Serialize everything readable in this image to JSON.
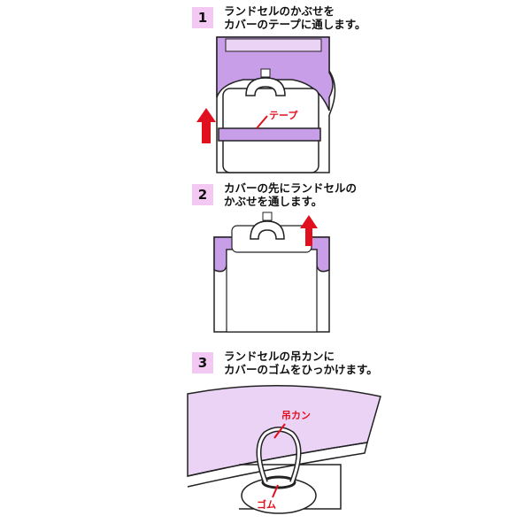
{
  "steps": [
    {
      "number": "1",
      "line1": "ランドセルのかぶせを",
      "line2": "カバーのテープに通します。"
    },
    {
      "number": "2",
      "line1": "カバーの先にランドセルの",
      "line2": "かぶせを通します。"
    },
    {
      "number": "3",
      "line1": "ランドセルの吊カンに",
      "line2": "カバーのゴムをひっかけます。"
    }
  ],
  "labels": {
    "tape": "テープ",
    "hook": "吊カン",
    "rubber": "ゴム"
  },
  "colors": {
    "purple": "#c99ee8",
    "light_purple": "#ebd3f6",
    "pink_box": "#f3c9f3",
    "arrow_red": "#e0101e"
  }
}
